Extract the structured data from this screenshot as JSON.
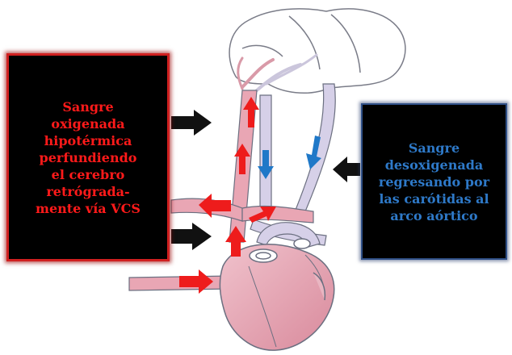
{
  "left_callout": {
    "text": "Sangre\noxigenada\nhipotérmica\nperfundiendo\nel cerebro\nretrógrada-\nmente vía VCS",
    "text_color": "#ff1a1a",
    "border_color": "#d02020"
  },
  "right_callout": {
    "text": "Sangre\ndesoxigenada\nregresando por\nlas carótidas al\narco aórtico",
    "text_color": "#2e79c8",
    "border_color": "#2f4f86"
  },
  "colors": {
    "oxygenated_flow": "#ee1c1c",
    "deoxygenated_flow": "#1f78c8",
    "pointer_arrow": "#111111",
    "vessel_fill": "#e9a6b4",
    "vein_fill": "#d6d0e8",
    "outline": "#6b6f80"
  },
  "icons": {
    "pointer": "arrow-right-black",
    "pointer_right_callout": "arrow-left-black",
    "oxygenated": "arrow-red",
    "deoxygenated": "arrow-blue-down"
  }
}
